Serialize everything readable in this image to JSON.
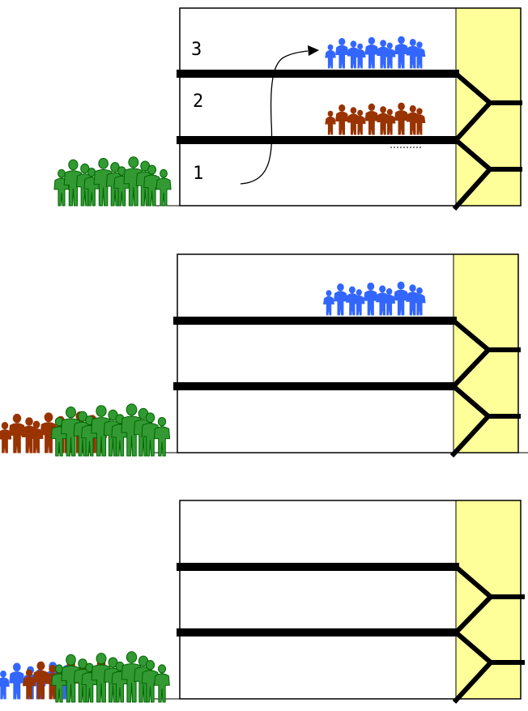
{
  "colors": {
    "background": "#ffffff",
    "building_outline": "#000000",
    "floor_slab": "#000000",
    "stair_shaft": "#ffff99",
    "group_blue": "#3366ff",
    "group_red": "#993300",
    "group_green": "#339933",
    "group_green_outline": "#006600"
  },
  "panels": [
    {
      "floor_labels": [
        "3",
        "2",
        "1"
      ],
      "groups_on_floor3": [
        "blue"
      ],
      "groups_on_floor2": [
        "red"
      ],
      "groups_at_exit": [
        "green"
      ],
      "has_move_arrow": true
    },
    {
      "floor_labels": [],
      "groups_on_floor3": [
        "blue"
      ],
      "groups_on_floor2": [],
      "groups_at_exit": [
        "red",
        "green"
      ],
      "has_move_arrow": false
    },
    {
      "floor_labels": [],
      "groups_on_floor3": [],
      "groups_on_floor2": [],
      "groups_at_exit": [
        "blue",
        "red",
        "green"
      ],
      "has_move_arrow": false
    }
  ]
}
